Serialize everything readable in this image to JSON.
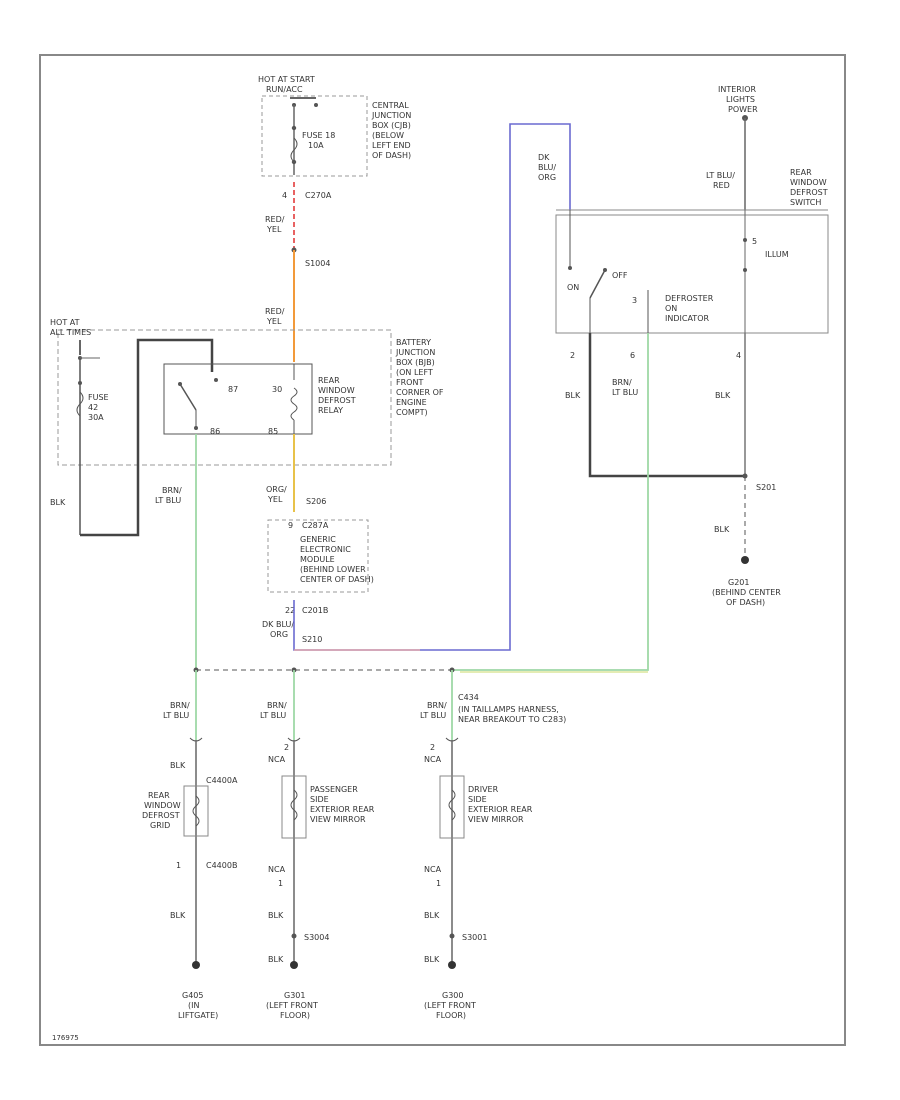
{
  "figure_code": "176975",
  "top_fuse_group": {
    "hot_label": [
      "HOT AT START",
      "RUN/ACC"
    ],
    "fuse_label": [
      "FUSE 18",
      "10A"
    ],
    "box_label": [
      "CENTRAL",
      "JUNCTION",
      "BOX (CJB)",
      "(BELOW",
      "LEFT END",
      "OF DASH)"
    ],
    "connector_pin": "4",
    "connector_id": "C270A"
  },
  "wire_red_yel_top": [
    "RED/",
    "YEL"
  ],
  "splice_top": "S1004",
  "wire_red_yel_mid": [
    "RED/",
    "YEL"
  ],
  "battery_fuse": {
    "hot_label": [
      "HOT AT",
      "ALL TIMES"
    ],
    "fuse_label": [
      "FUSE",
      "42",
      "30A"
    ]
  },
  "relay": {
    "pins": [
      "87",
      "30",
      "86",
      "85"
    ],
    "label": [
      "REAR",
      "WINDOW",
      "DEFROST",
      "RELAY"
    ]
  },
  "bjb_label": [
    "BATTERY",
    "JUNCTION",
    "BOX (BJB)",
    "(ON LEFT",
    "FRONT",
    "CORNER OF",
    "ENGINE",
    "COMPT)"
  ],
  "wire_blk_left": "BLK",
  "wire_brn_ltblu_left": [
    "BRN/",
    "LT BLU"
  ],
  "wire_org_yel": [
    "ORG/",
    "YEL"
  ],
  "splice_s206": "S206",
  "gem": {
    "pin_top": "9",
    "conn_top": "C287A",
    "label": [
      "GENERIC",
      "ELECTRONIC",
      "MODULE",
      "(BEHIND LOWER",
      "CENTER OF DASH)"
    ],
    "pin_bottom": "22",
    "conn_bottom": "C201B"
  },
  "wire_dk_blu_org_bottom": [
    "DK BLU/",
    "ORG"
  ],
  "wire_dk_blu_org_top": [
    "DK",
    "BLU/",
    "ORG"
  ],
  "splice_s210": "S210",
  "switch": {
    "interior_label": [
      "INTERIOR",
      "LIGHTS",
      "POWER"
    ],
    "wire_top_right": [
      "LT BLU/",
      "RED"
    ],
    "label": [
      "REAR",
      "WINDOW",
      "DEFROST",
      "SWITCH"
    ],
    "illum_label": "ILLUM",
    "pin_illum": "5",
    "on_label": "ON",
    "off_label": "OFF",
    "indicator_label": [
      "DEFROSTER",
      "ON",
      "INDICATOR"
    ],
    "pins": [
      "3",
      "2",
      "6",
      "4"
    ],
    "pin_indicator": "3"
  },
  "switch_wires": {
    "left": "BLK",
    "mid": [
      "BRN/",
      "LT BLU"
    ],
    "right": "BLK"
  },
  "splice_s201": "S201",
  "ground_g201": {
    "wire": "BLK",
    "label": [
      "G201",
      "(BEHIND CENTER",
      "OF DASH)"
    ]
  },
  "bottom_wires": {
    "w1": [
      "BRN/",
      "LT BLU"
    ],
    "w2": [
      "BRN/",
      "LT BLU"
    ],
    "w3": [
      "BRN/",
      "LT BLU"
    ]
  },
  "c434": {
    "id": "C434",
    "note": [
      "(IN TAILLAMPS HARNESS,",
      "NEAR BREAKOUT TO C283)"
    ]
  },
  "grid": {
    "wire_top": "BLK",
    "conn_top": "C4400A",
    "label": [
      "REAR",
      "WINDOW",
      "DEFROST",
      "GRID"
    ],
    "pin_bottom": "1",
    "conn_bottom": "C4400B",
    "wire_bottom": "BLK",
    "ground": [
      "G405",
      "(IN",
      "LIFTGATE)"
    ]
  },
  "passenger_mirror": {
    "pin_top": "2",
    "wire_top": "NCA",
    "label": [
      "PASSENGER",
      "SIDE",
      "EXTERIOR REAR",
      "VIEW MIRROR"
    ],
    "wire_mid": "NCA",
    "pin_bottom": "1",
    "wire_bottom": "BLK",
    "splice": "S3004",
    "wire_ground": "BLK",
    "ground": [
      "G301",
      "(LEFT FRONT",
      "FLOOR)"
    ]
  },
  "driver_mirror": {
    "pin_top": "2",
    "wire_top": "NCA",
    "label": [
      "DRIVER",
      "SIDE",
      "EXTERIOR REAR",
      "VIEW MIRROR"
    ],
    "wire_mid": "NCA",
    "pin_bottom": "1",
    "wire_bottom": "BLK",
    "splice": "S3001",
    "wire_ground": "BLK",
    "ground": [
      "G300",
      "(LEFT FRONT",
      "FLOOR)"
    ]
  },
  "colors": {
    "red": "#e23b3b",
    "orange": "#f29a3a",
    "yellow": "#e8c24a",
    "blue": "#6a6ad0",
    "green": "#9fd8a6",
    "wire_dark": "#555555"
  }
}
